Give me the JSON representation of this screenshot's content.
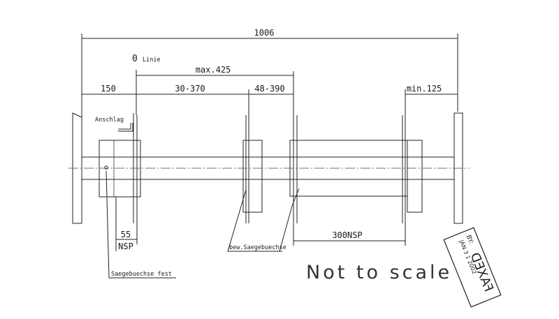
{
  "dimensions": {
    "total": "1006",
    "max_travel": "max.425",
    "left_offset": "150",
    "range_1": "30-370",
    "range_2": "48-390",
    "right_min": "min.125",
    "nsp_gap": "55",
    "nsp_label": "NSP",
    "nsp_300": "300NSP"
  },
  "labels": {
    "zero": "0",
    "zero_line": "Linie",
    "stop": "Anschlag",
    "movable_bushing": "bew.Saegebuechse",
    "fixed_bushing": "Saegebuechse fest",
    "note": "Not to scale"
  },
  "stamp": {
    "word": "FAXED",
    "date": "JAN 3 1 2002",
    "by": "BY:"
  }
}
